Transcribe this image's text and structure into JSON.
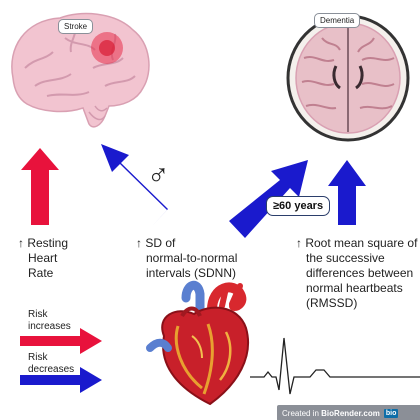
{
  "top_labels": {
    "stroke": "Stroke",
    "dementia": "Dementia"
  },
  "symbols": {
    "male": "♂",
    "age": "≥60 years",
    "up_arrow": "↑"
  },
  "metrics": {
    "rhr": [
      "Resting",
      "Heart",
      "Rate"
    ],
    "sdnn": [
      "SD of",
      "normal-to-normal",
      "intervals (SDNN)"
    ],
    "rmssd": [
      "Root mean square of",
      "the successive",
      "differences between",
      "normal heartbeats",
      "(RMSSD)"
    ]
  },
  "legend": {
    "increase": [
      "Risk",
      "increases"
    ],
    "decrease": [
      "Risk",
      "decreases"
    ]
  },
  "footer": {
    "prefix": "Created in ",
    "brand": "BioRender.com",
    "badge": "bio"
  },
  "colors": {
    "increase_arrow": "#e8123c",
    "decrease_arrow": "#1a1acd",
    "brain_pink": "#f2c4d0",
    "heart_red": "#c8202a"
  }
}
